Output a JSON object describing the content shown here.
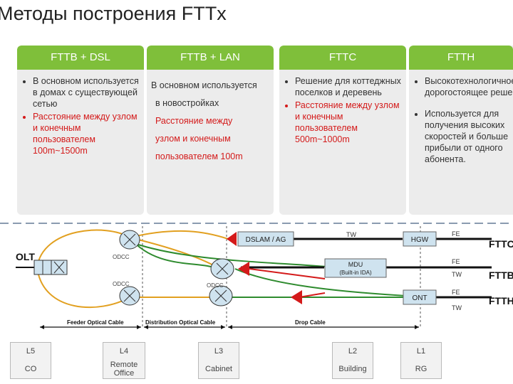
{
  "title": "Методы построения FTTx",
  "columns": [
    {
      "header": "FTTB + DSL",
      "bullets": [
        {
          "text": "В основном используется в домах с существующей сетью",
          "color": "black"
        },
        {
          "text": "Расстояние между узлом и конечным пользователем 100m~1500m",
          "color": "red"
        }
      ]
    },
    {
      "header": "FTTB + LAN",
      "lines": [
        {
          "text": "В основном используется",
          "color": "black"
        },
        {
          "text": "в новостройках",
          "color": "black"
        },
        {
          "text": "Расстояние между",
          "color": "red"
        },
        {
          "text": "узлом и конечным",
          "color": "red"
        },
        {
          "text": "пользователем 100m",
          "color": "red"
        }
      ]
    },
    {
      "header": "FTTC",
      "bullets": [
        {
          "text": "Решение для коттеджных поселков и деревень",
          "color": "black"
        },
        {
          "text": "Расстояние между узлом и конечным пользователем 500m~1000m",
          "color": "red"
        }
      ]
    },
    {
      "header": "FTTH",
      "bullets": [
        {
          "text": "Высокотехнологичное и дорогостоящее решение",
          "color": "black"
        },
        {
          "text": "Используется для получения высоких скоростей и больше прибыли от одного абонента.",
          "color": "black"
        }
      ]
    }
  ],
  "diagram": {
    "olt": "OLT",
    "odc_labels": [
      "ODCC",
      "ODCC",
      "ODCC"
    ],
    "devices": {
      "dslam": "DSLAM / AG",
      "hgw": "HGW",
      "mdu": "MDU",
      "mdu_sub": "(Built-in IDA)",
      "ont": "ONT"
    },
    "line_labels": {
      "tw1": "TW",
      "fe1": "FE",
      "fe2": "FE",
      "tw2": "TW",
      "fe3": "FE",
      "tw3": "TW"
    },
    "right_labels": [
      "FTTC",
      "FTTB",
      "FTTH"
    ],
    "segments": [
      "Feeder Optical Cable",
      "Distribution Optical Cable",
      "Drop Cable"
    ],
    "colors": {
      "fiber": "#e2a020",
      "copper": "#2e8b2e",
      "pon": "#d41a1a"
    }
  },
  "layers": [
    {
      "level": "L5",
      "name": "CO"
    },
    {
      "level": "L4",
      "name": "Remote Office"
    },
    {
      "level": "L3",
      "name": "Cabinet"
    },
    {
      "level": "L2",
      "name": "Building"
    },
    {
      "level": "L1",
      "name": "RG"
    }
  ]
}
